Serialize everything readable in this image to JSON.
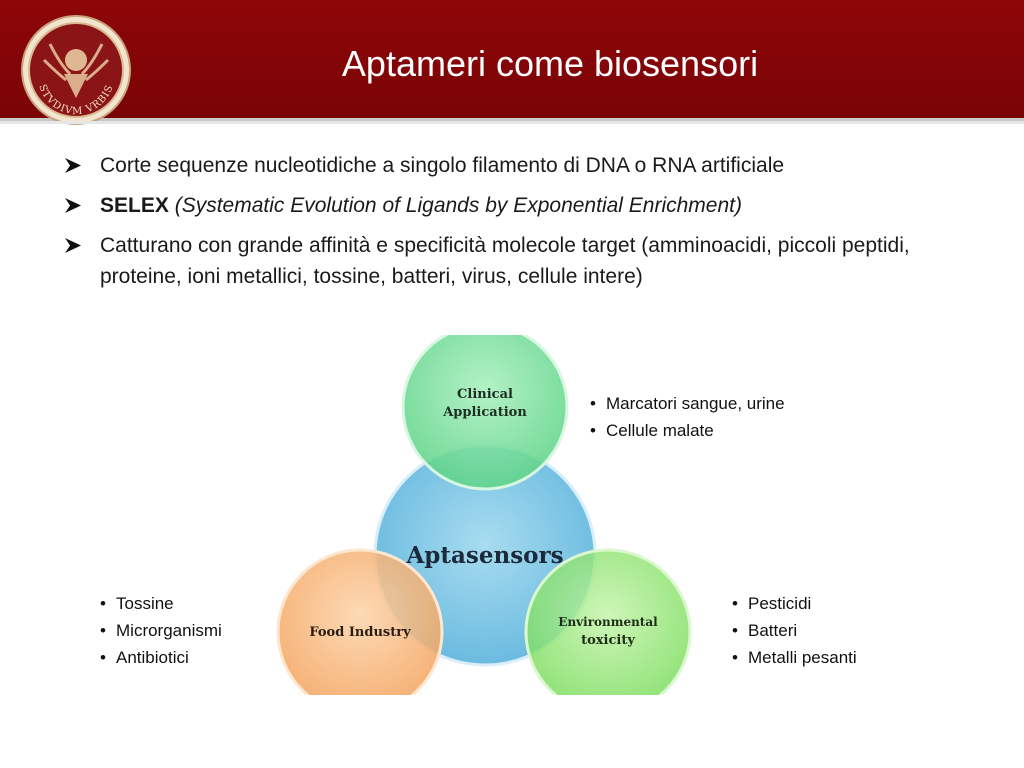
{
  "header": {
    "title": "Aptameri come biosensori",
    "logo_text": "STVDIVM VRBIS",
    "bg_color": "#7d0507"
  },
  "bullets": {
    "item1": "Corte sequenze nucleotidiche a singolo filamento di DNA o RNA artificiale",
    "item2_bold": "SELEX",
    "item2_italic": "(Systematic Evolution of Ligands by Exponential Enrichment)",
    "item3": "Catturano con grande affinità e specificità molecole target (amminoacidi, piccoli peptidi, proteine, ioni metallici, tossine, batteri, virus, cellule intere)",
    "marker_icon": "arrowhead-bullet-icon"
  },
  "diagram": {
    "center": "Aptasensors",
    "clinical_line1": "Clinical",
    "clinical_line2": "Application",
    "food": "Food Industry",
    "env_line1": "Environmental",
    "env_line2": "toxicity",
    "colors": {
      "center": "#7fc6e4",
      "clinical": "#6fdc92",
      "food": "#f6ad6a",
      "env": "#84e06a"
    }
  },
  "lists": {
    "clinical": [
      "Marcatori sangue, urine",
      "Cellule malate"
    ],
    "food": [
      "Tossine",
      "Microrganismi",
      "Antibiotici"
    ],
    "env": [
      "Pesticidi",
      "Batteri",
      "Metalli pesanti"
    ]
  }
}
